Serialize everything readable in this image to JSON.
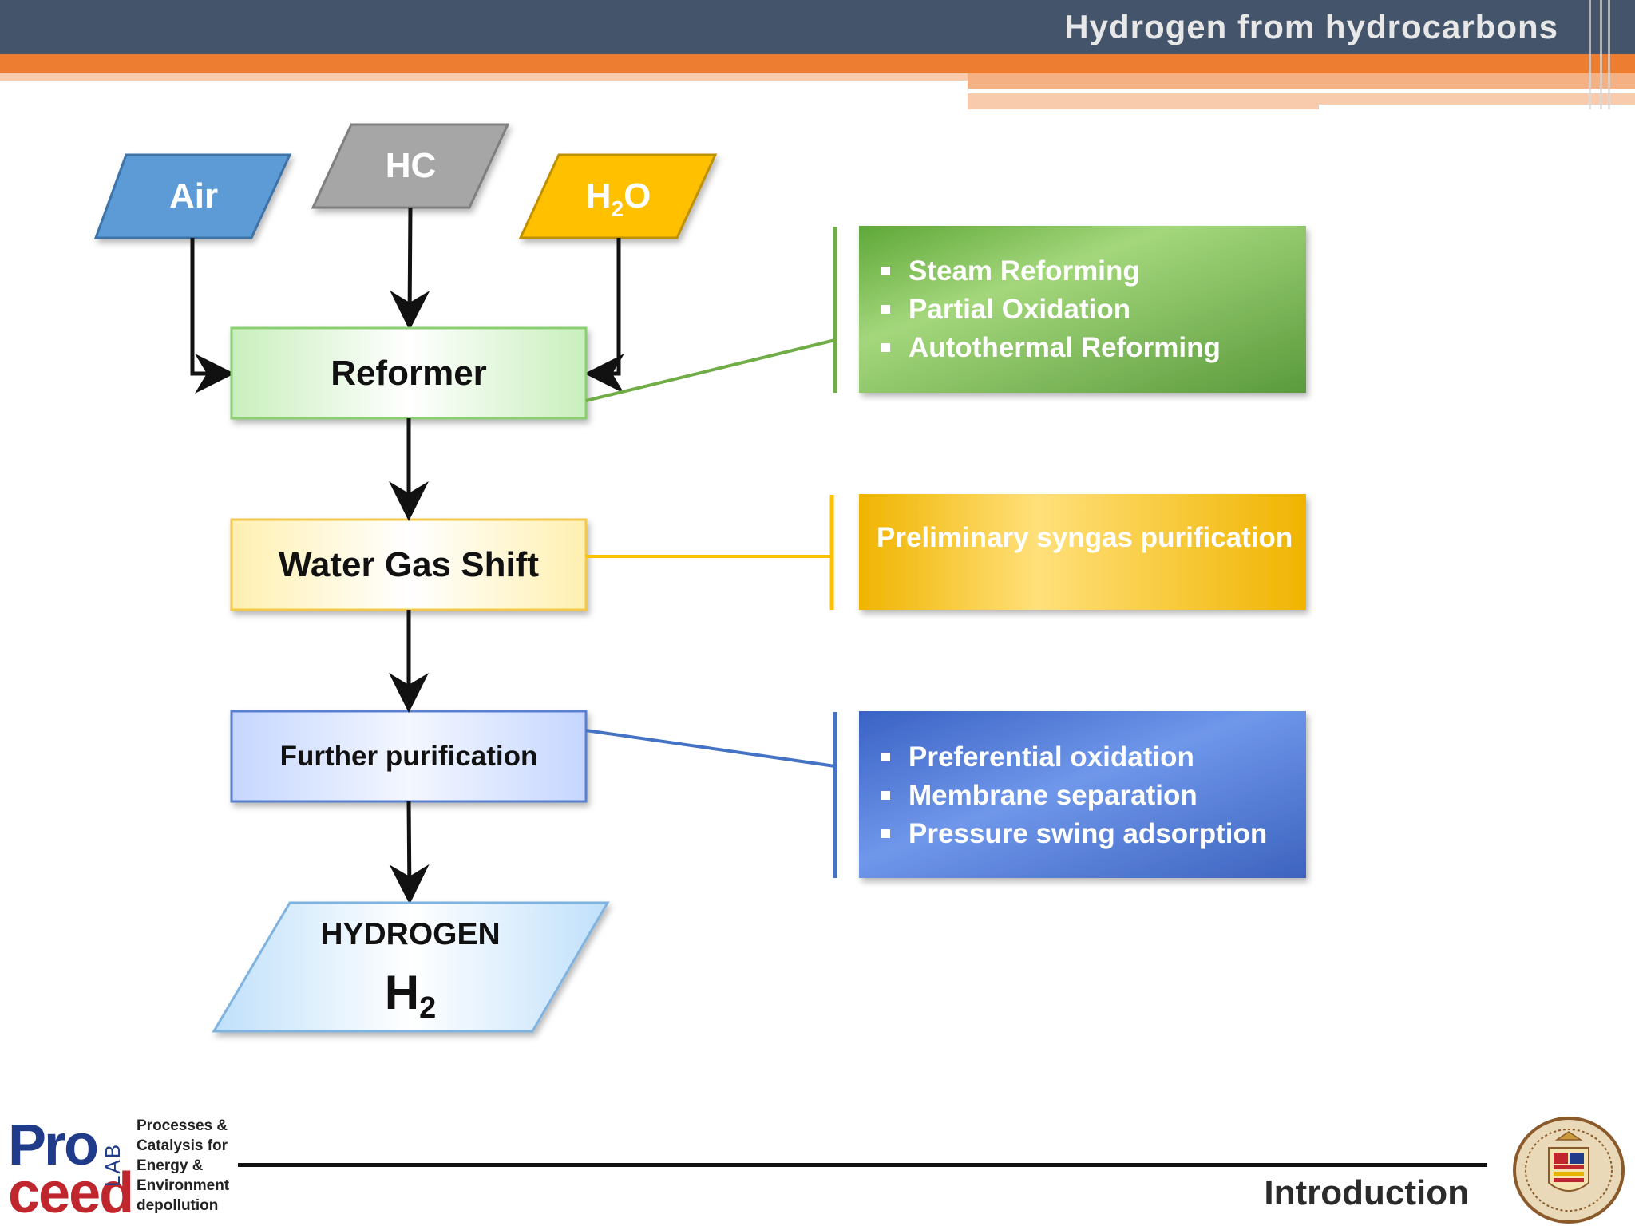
{
  "header": {
    "title": "Hydrogen from hydrocarbons"
  },
  "inputs": {
    "air": "Air",
    "hc": "HC",
    "h2o_main": "H",
    "h2o_sub": "2",
    "h2o_tail": "O"
  },
  "steps": {
    "reformer": "Reformer",
    "water_gas_shift": "Water Gas Shift",
    "further_purification": "Further purification"
  },
  "output": {
    "label": "HYDROGEN",
    "formula_main": "H",
    "formula_sub": "2"
  },
  "details": {
    "reformer_methods": [
      "Steam Reforming",
      "Partial Oxidation",
      "Autothermal Reforming"
    ],
    "water_gas_shift_note": "Preliminary syngas purification",
    "purification_methods": [
      "Preferential oxidation",
      "Membrane separation",
      "Pressure swing adsorption"
    ]
  },
  "footer": {
    "section": "Introduction",
    "logo": {
      "pro": "Pro",
      "ceed": "ceed",
      "lab": "LAB",
      "lines": [
        "Processes &",
        "Catalysis for",
        "Energy &",
        "Environment",
        "depollution"
      ]
    },
    "seal_icon": "university-seal-icon"
  },
  "colors": {
    "header": "#44546a",
    "accent_orange": "#ed7d31",
    "air": "#5b9bd5",
    "hc": "#a6a6a6",
    "h2o": "#ffc000",
    "green": "#70ad47",
    "yellow": "#ffc000",
    "blue": "#4472c4"
  }
}
